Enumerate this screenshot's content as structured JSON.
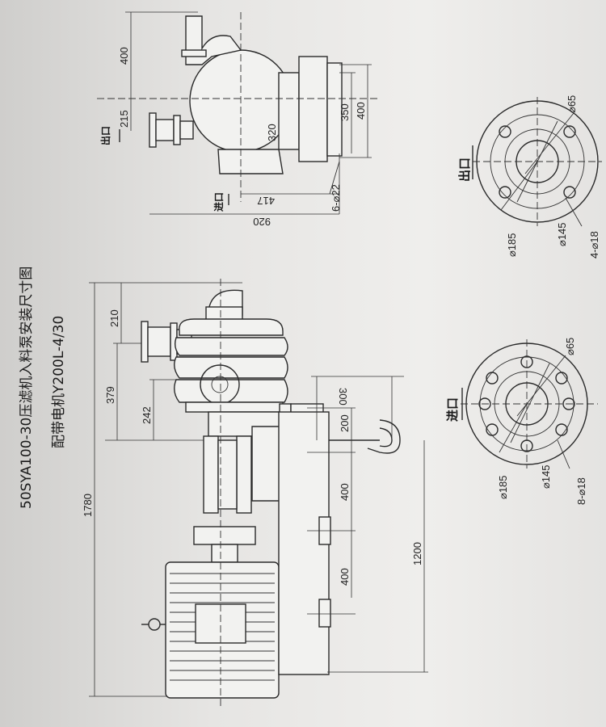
{
  "titles": {
    "line1": "50SYA100-30压滤机入料泵安装尺寸图",
    "line2": "配带电机Y200L-4/30"
  },
  "side_view_dims": {
    "total_length": "1780",
    "d210": "210",
    "d379": "379",
    "d242": "242",
    "d300": "300",
    "d200": "200",
    "d400a": "400",
    "d400b": "400",
    "d1200": "1200"
  },
  "top_view_dims": {
    "d400": "400",
    "d215": "215",
    "d320": "320",
    "d350": "350",
    "d400_right": "400",
    "d417": "417",
    "d920": "920",
    "bolts": "6-⌀22",
    "outlet_label": "出口",
    "inlet_label": "进口"
  },
  "outlet_flange": {
    "title": "出口",
    "d185": "⌀185",
    "d145": "⌀145",
    "d65": "⌀65",
    "holes": "4-⌀18"
  },
  "inlet_flange": {
    "title": "进口",
    "d185": "⌀185",
    "d145": "⌀145",
    "d65": "⌀65",
    "holes": "8-⌀18"
  }
}
